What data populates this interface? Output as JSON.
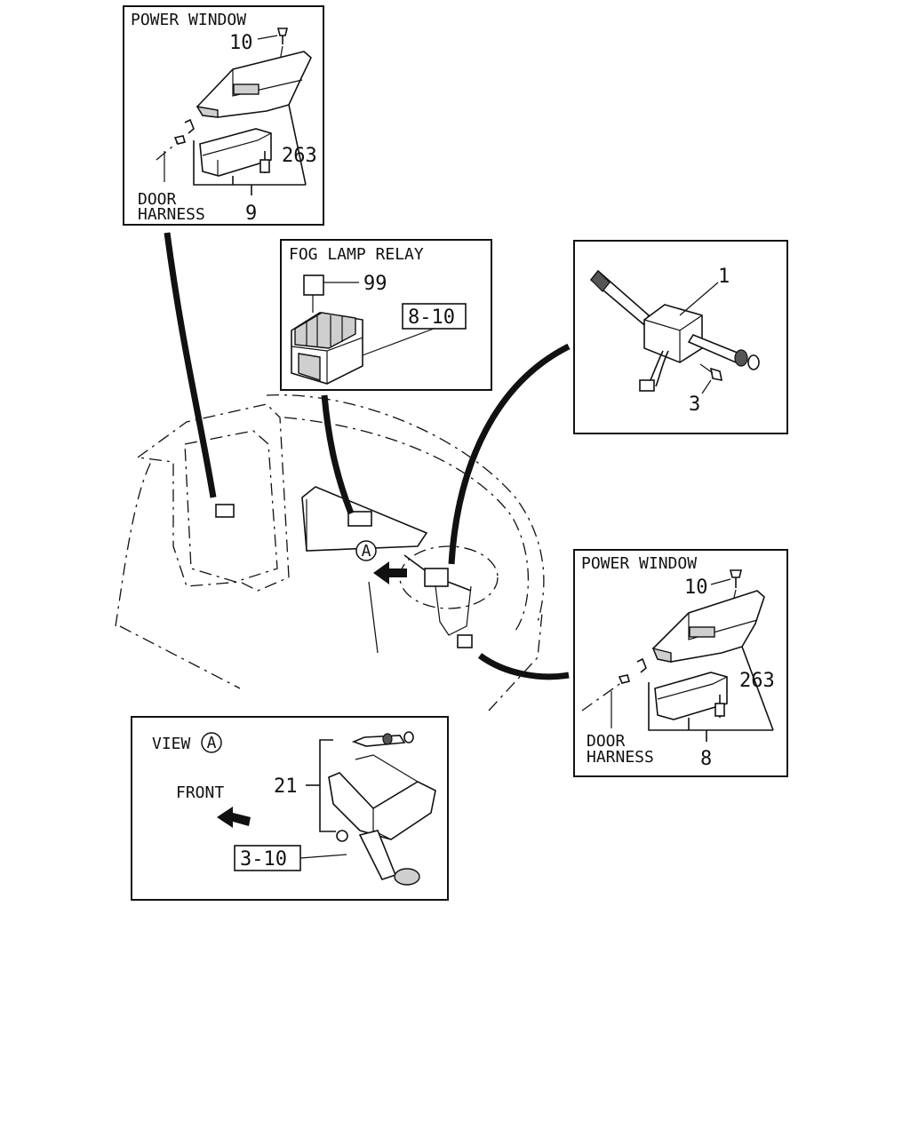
{
  "panels": {
    "power_window_left": {
      "title": "POWER WINDOW",
      "callouts": {
        "screw": "10",
        "bezel": "263",
        "switch": "9"
      },
      "harness_label": [
        "DOOR",
        "HARNESS"
      ]
    },
    "fog_lamp_relay": {
      "title": "FOG LAMP RELAY",
      "callouts": {
        "relay": "99",
        "ref_box": "8-10"
      }
    },
    "combination_switch": {
      "callouts": {
        "switch": "1",
        "screw": "3"
      }
    },
    "power_window_right": {
      "title": "POWER WINDOW",
      "callouts": {
        "screw": "10",
        "bezel": "263",
        "switch": "8"
      },
      "harness_label": [
        "DOOR",
        "HARNESS"
      ]
    },
    "view_a": {
      "title": "VIEW",
      "view_marker": "A",
      "front_label": "FRONT",
      "callouts": {
        "bracket": "21",
        "ref_box": "3-10"
      }
    }
  },
  "main_view": {
    "view_marker": "A"
  }
}
